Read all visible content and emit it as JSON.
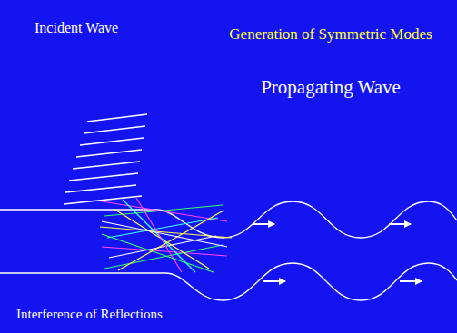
{
  "diagram": {
    "labels": [
      "Incident Wave",
      "Generation of Symmetric Modes",
      "Propagating Wave",
      "Interference of Reflections"
    ]
  }
}
